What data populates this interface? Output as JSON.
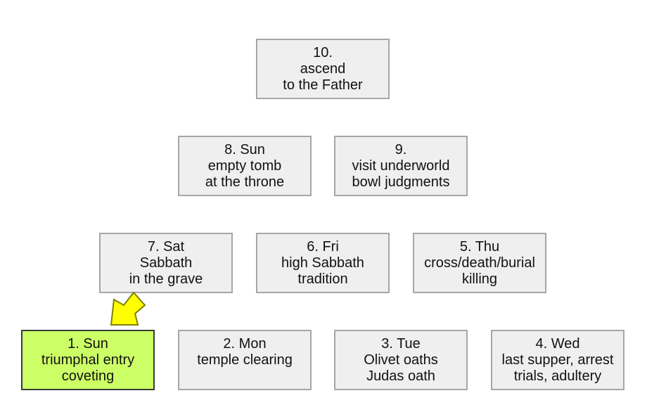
{
  "colors": {
    "box_fill": "#efefef",
    "box_border": "#a6a6a6",
    "highlight_fill": "#ccff66",
    "highlight_border": "#3a3a3a",
    "arrow_fill": "#ffff00",
    "arrow_stroke": "#808000"
  },
  "icons": {
    "arrow": "yellow-diagonal-arrow-icon"
  },
  "boxes": [
    {
      "lines": [
        "10.",
        "ascend",
        "to the Father"
      ]
    },
    {
      "lines": [
        "8. Sun",
        "empty tomb",
        "at the throne"
      ]
    },
    {
      "lines": [
        "9.",
        "visit underworld",
        "bowl judgments"
      ]
    },
    {
      "lines": [
        "7. Sat",
        "Sabbath",
        "in the grave"
      ]
    },
    {
      "lines": [
        "6. Fri",
        "high Sabbath",
        "tradition"
      ]
    },
    {
      "lines": [
        "5. Thu",
        "cross/death/burial",
        "killing"
      ]
    },
    {
      "lines": [
        "1. Sun",
        "triumphal entry",
        "coveting"
      ]
    },
    {
      "lines": [
        "2. Mon",
        "temple clearing"
      ]
    },
    {
      "lines": [
        "3. Tue",
        "Olivet oaths",
        "Judas oath"
      ]
    },
    {
      "lines": [
        "4. Wed",
        "last supper, arrest",
        "trials, adultery"
      ]
    }
  ]
}
